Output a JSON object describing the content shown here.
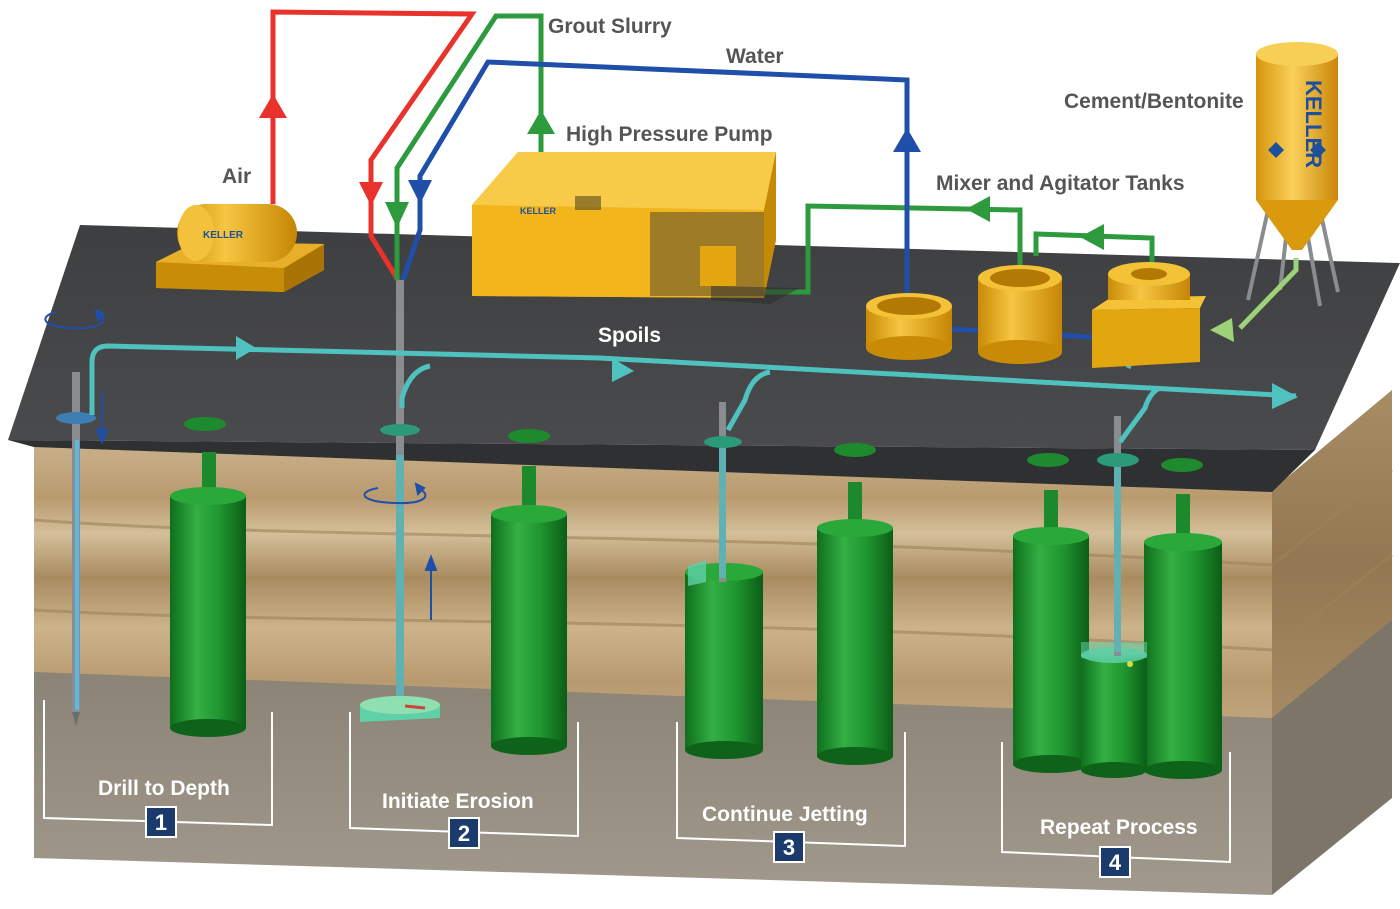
{
  "labels": {
    "air": "Air",
    "grout_slurry": "Grout Slurry",
    "water": "Water",
    "high_pressure_pump": "High Pressure Pump",
    "cement_bentonite": "Cement/Bentonite",
    "mixer_agitator_tanks": "Mixer and Agitator Tanks",
    "spoils": "Spoils"
  },
  "logo_text": "KELLER",
  "steps": [
    {
      "number": "1",
      "label": "Drill to Depth"
    },
    {
      "number": "2",
      "label": "Initiate Erosion"
    },
    {
      "number": "3",
      "label": "Continue Jetting"
    },
    {
      "number": "4",
      "label": "Repeat Process"
    }
  ],
  "colors": {
    "air_line": "#e8322b",
    "grout_line": "#2e9a3e",
    "water_line": "#1f4fa8",
    "spoils_line": "#4fc2c0",
    "column": "#1c8a2c",
    "equipment": "#f0b21a",
    "ground_surface": "#444547",
    "step_badge": "#1a3b6b"
  }
}
